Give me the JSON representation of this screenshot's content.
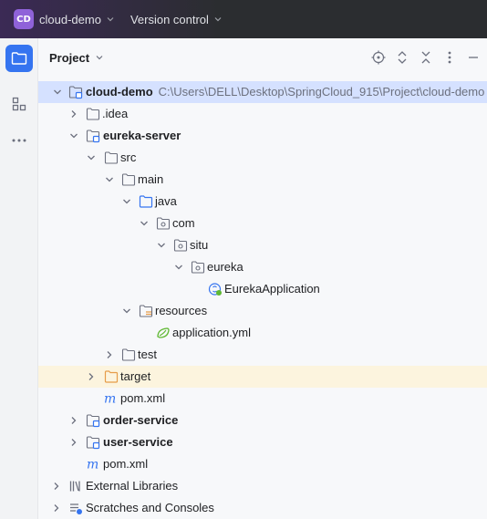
{
  "titlebar": {
    "project_badge": "CD",
    "project_name": "cloud-demo",
    "vcs_label": "Version control"
  },
  "panel": {
    "title": "Project"
  },
  "tree": {
    "root": {
      "label": "cloud-demo",
      "path": "C:\\Users\\DELL\\Desktop\\SpringCloud_915\\Project\\cloud-demo"
    },
    "idea": "idea",
    "idea_prefix": ".",
    "eureka_server": "eureka-server",
    "src": "src",
    "main": "main",
    "java": "java",
    "com": "com",
    "situ": "situ",
    "eureka": "eureka",
    "eureka_app": "EurekaApplication",
    "resources": "resources",
    "application_yml": "application.yml",
    "test": "test",
    "target": "target",
    "pom_module": "pom.xml",
    "order_service": "order-service",
    "user_service": "user-service",
    "pom_root": "pom.xml",
    "external_libraries": "External Libraries",
    "scratches": "Scratches and Consoles"
  },
  "colors": {
    "accent": "#3574f0",
    "folder_stroke": "#6c707e",
    "module_accent": "#3574f0",
    "target_folder": "#e69c48",
    "spring_green": "#5fb832",
    "maven_blue": "#3574f0",
    "selected_row": "#d5e1ff",
    "highlight_row": "#fcf4de"
  }
}
